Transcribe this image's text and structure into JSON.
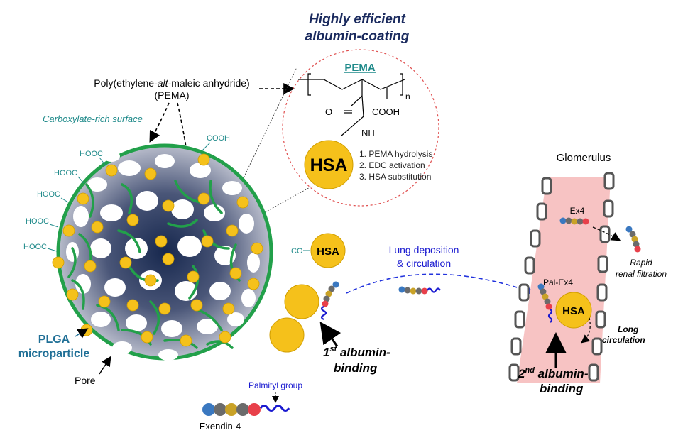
{
  "title": {
    "line1": "Highly efficient",
    "line2": "albumin-coating"
  },
  "pema_label": {
    "line1": "Poly(ethylene-alt-maleic anhydride)",
    "line1_prefix": "Poly(ethylene-",
    "line1_italic": "alt",
    "line1_suffix": "-maleic anhydride)",
    "line2": "(PEMA)"
  },
  "structure": {
    "name": "PEMA",
    "subscript_n": "n",
    "carbonyl_o": "O",
    "cooh": "COOH",
    "nh": "NH",
    "hsa": "HSA"
  },
  "steps": [
    "1.   PEMA hydrolysis",
    "2.   EDC activation",
    "3.   HSA substitution"
  ],
  "surface_label": "Carboxylate-rich surface",
  "hooc_labels": [
    "HOOC",
    "HOOC",
    "HOOC",
    "HOOC",
    "HOOC"
  ],
  "cooh_label": "COOH",
  "co_label": "CO",
  "hsa_label": "HSA",
  "plga_label": {
    "line1": "PLGA",
    "line2": "microparticle"
  },
  "pore_label": "Pore",
  "exendin_label": "Exendin-4",
  "palmityl_label": "Palmityl group",
  "lung_label": {
    "line1": "Lung deposition",
    "line2": "& circulation"
  },
  "first_binding": {
    "num": "1",
    "sup": "st",
    "line1_rest": " albumin-",
    "line2": "binding"
  },
  "second_binding": {
    "num": "2",
    "sup": "nd",
    "line1_rest": " albumin-",
    "line2": "binding"
  },
  "glomerulus_label": "Glomerulus",
  "ex4_label": "Ex4",
  "pal_ex4_label": "Pal-Ex4",
  "rapid_label": {
    "line1": "Rapid",
    "line2": "renal filtration"
  },
  "long_label": {
    "line1": "Long",
    "line2": "circulation"
  },
  "colors": {
    "title": "#1a2a5e",
    "teal": "#1f8a8a",
    "plga_blue": "#1f6f96",
    "hsa_yellow": "#f5c11b",
    "green_chain": "#22a04a",
    "blue_text": "#1a1ad0",
    "vessel_pink": "#f7c3c3",
    "bead_blue": "#3a78c0",
    "bead_gray": "#6b6b6b",
    "bead_gold": "#c9a227",
    "bead_red": "#e8404a"
  }
}
